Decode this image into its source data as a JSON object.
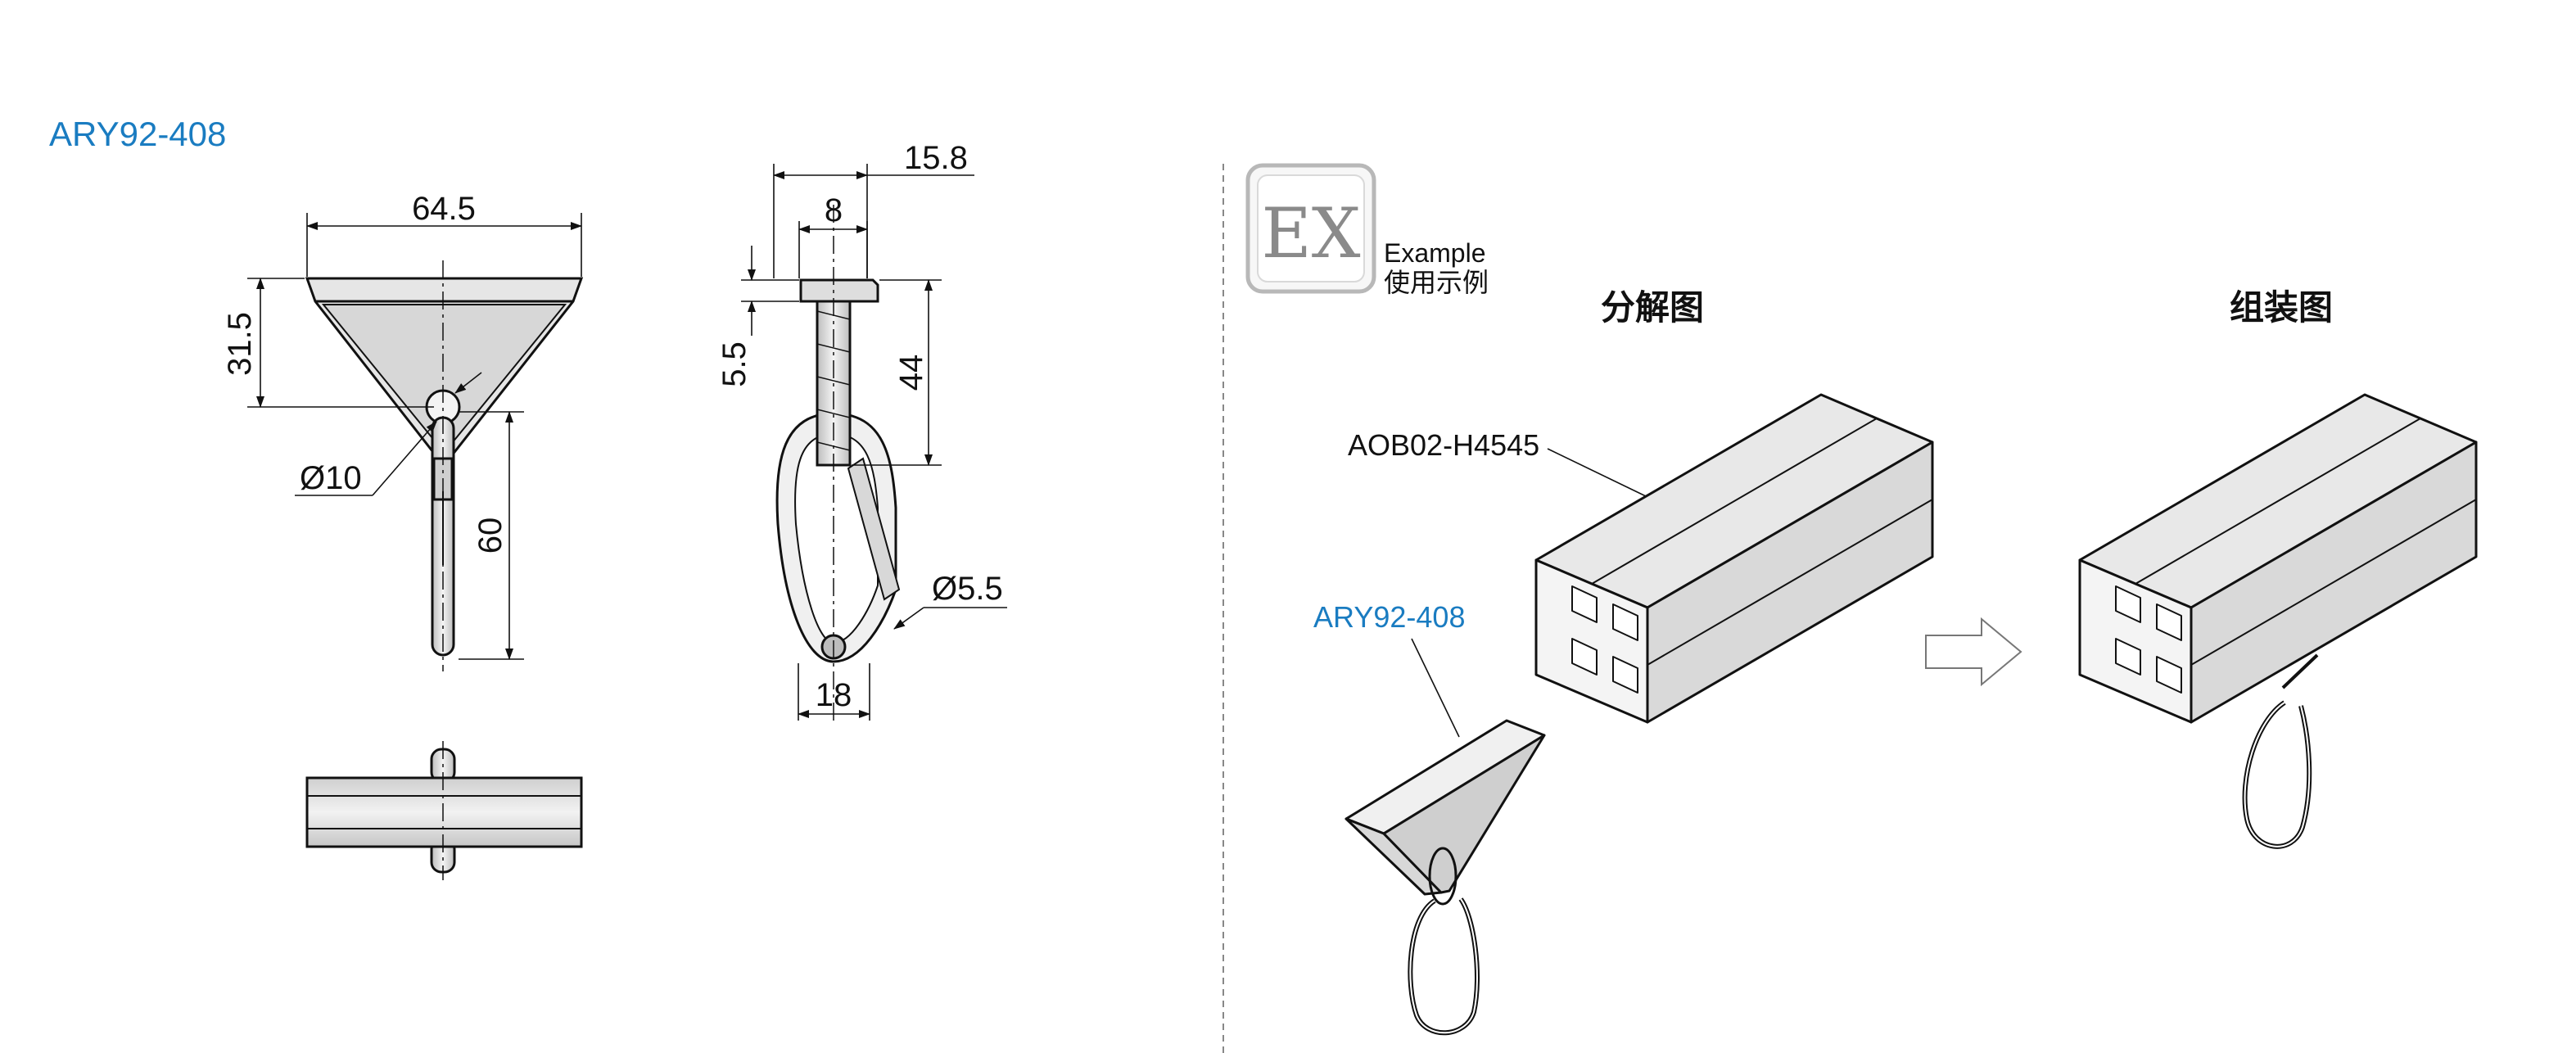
{
  "product_code": "ARY92-408",
  "dimensions": {
    "top_width": "64.5",
    "height": "31.5",
    "ring_dia": "Ø10",
    "hook_length": "60",
    "side_total_width": "15.8",
    "side_head_width": "8",
    "head_thickness": "5.5",
    "shank_length": "44",
    "wire_dia": "Ø5.5",
    "hook_width": "18"
  },
  "example": {
    "badge": "EX",
    "label_en": "Example",
    "label_cn": "使用示例",
    "exploded_title": "分解图",
    "assembled_title": "组装图",
    "profile_code": "AOB02-H4545",
    "part_code": "ARY92-408"
  },
  "colors": {
    "accent": "#1a7cc1",
    "line": "#1a1a1a",
    "part_fill": "#e4e4e4",
    "divider": "#888888"
  }
}
